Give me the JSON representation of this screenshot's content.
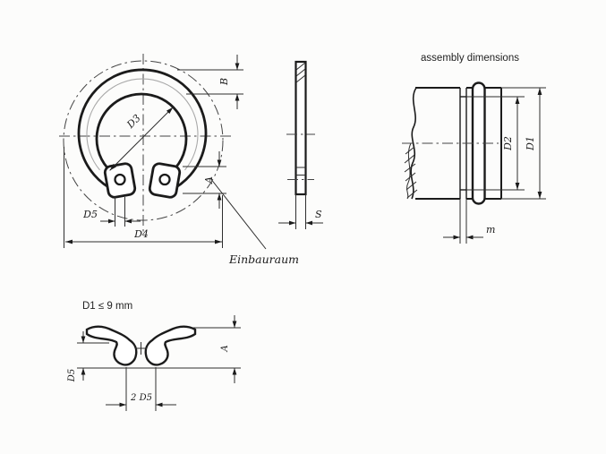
{
  "drawing": {
    "front_view": {
      "d3_label": "D3",
      "b_label": "B",
      "a_label": "A",
      "d5_label": "D5",
      "d4_label": "D4",
      "einbauraum_label": "Einbauraum"
    },
    "side_view": {
      "s_label": "S"
    },
    "assembly_view": {
      "title": "assembly dimensions",
      "d2_label": "D2",
      "d1_label": "D1",
      "m_label": "m"
    },
    "detail_view": {
      "condition": "D1 ≤ 9 mm",
      "d5_label": "D5",
      "a_label": "A",
      "two_d5_label": "2 D5"
    }
  },
  "colors": {
    "line": "#1b1b1b",
    "dim_line": "#2e2e2e",
    "centerline": "#444444",
    "faint_arc": "#aaaaaa",
    "background": "#fcfcfb"
  }
}
